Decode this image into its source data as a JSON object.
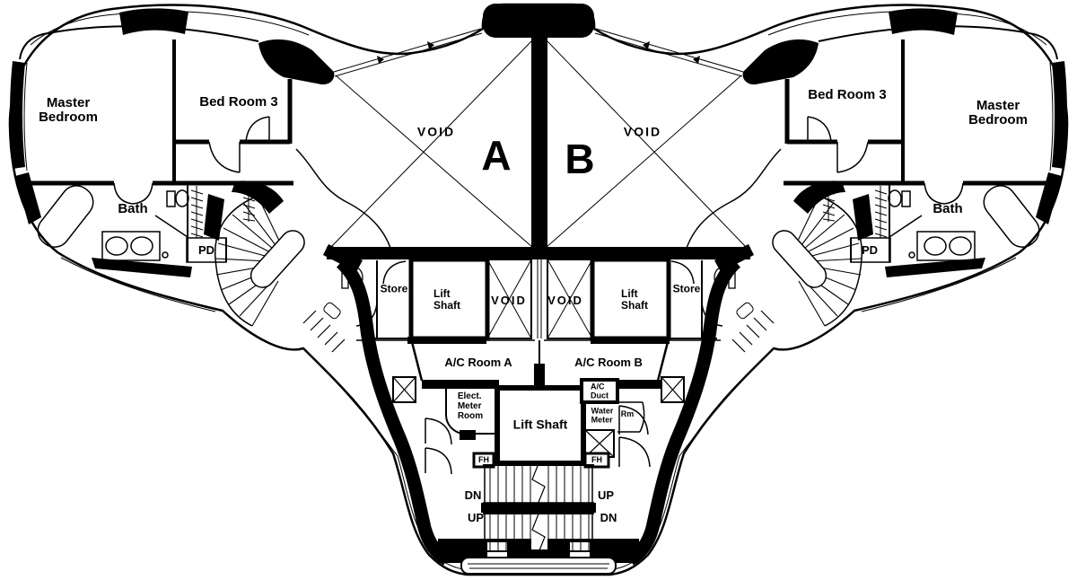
{
  "document": {
    "type": "residential-floor-plan",
    "units": [
      "A",
      "B"
    ]
  },
  "colors": {
    "ink": "#000000",
    "paper": "#ffffff"
  },
  "labels": {
    "left_wing": {
      "master_bedroom": "Master\nBedroom",
      "bed_room_3": "Bed Room 3",
      "bath": "Bath",
      "pd": "PD"
    },
    "right_wing": {
      "master_bedroom": "Master\nBedroom",
      "bed_room_3": "Bed Room 3",
      "bath": "Bath",
      "pd": "PD"
    },
    "atrium": {
      "void_left": "VOID",
      "unit_a": "A",
      "unit_b": "B",
      "void_right": "VOID"
    },
    "mid_band": {
      "store_left": "Store",
      "lift_shaft_left": "Lift\nShaft",
      "void_left": "VOID",
      "void_right": "VOID",
      "lift_shaft_right": "Lift\nShaft",
      "store_right": "Store"
    },
    "ac_rooms": {
      "room_a": "A/C Room A",
      "room_b": "A/C Room B"
    },
    "services": {
      "elect_meter_room": "Elect.\nMeter\nRoom",
      "lift_shaft": "Lift Shaft",
      "ac_duct": "A/C\nDuct",
      "water_meter": "Water\nMeter",
      "water_meter_rm": "Rm",
      "fh_left": "FH",
      "fh_right": "FH"
    },
    "stairs": {
      "upper_left": "DN",
      "upper_right": "UP",
      "lower_left": "UP",
      "lower_right": "DN"
    }
  }
}
